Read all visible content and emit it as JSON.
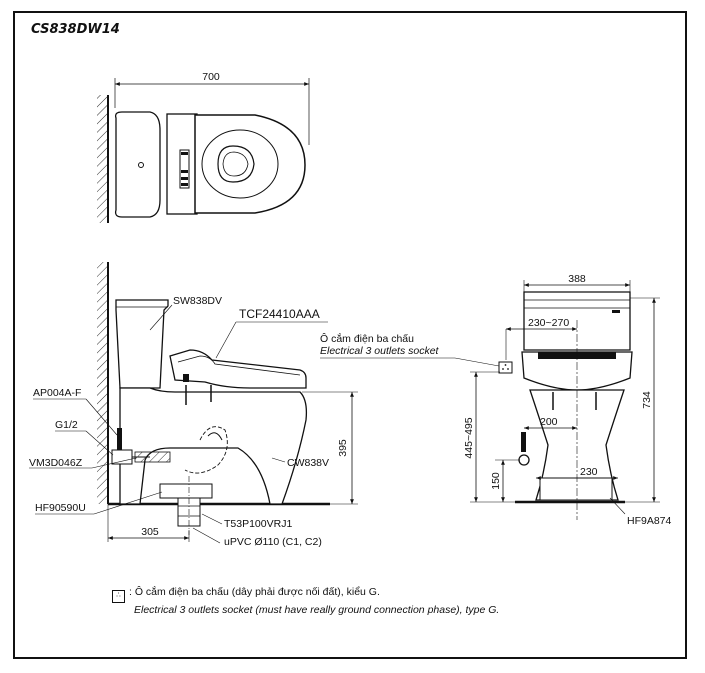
{
  "title": "CS838DW14",
  "top_view": {
    "width_dim": "700"
  },
  "side_view": {
    "labels": {
      "tank": "SW838DV",
      "seat": "TCF24410AAA",
      "bowl": "CW838V",
      "supply_valve": "AP004A-F",
      "thread": "G1/2",
      "hose": "VM3D046Z",
      "flange": "HF90590U",
      "trap": "T53P100VRJ1",
      "pipe": "uPVC Ø110 (C1, C2)"
    },
    "dims": {
      "height": "395",
      "rough_in": "305"
    }
  },
  "front_view": {
    "socket_vi": "Ô cắm điện ba chấu",
    "socket_en": "Electrical 3 outlets socket",
    "dims": {
      "width": "388",
      "socket_range": "230~270",
      "height": "734",
      "spacing": "200",
      "supply_height": "445~495",
      "base": "230",
      "low": "150"
    },
    "floor_part": "HF9A874"
  },
  "note": {
    "symbol": "∴",
    "line1": ": Ô cắm điện ba chấu (dây phải được nối đất), kiểu G.",
    "line2": "Electrical 3 outlets socket (must have really ground connection phase), type G."
  }
}
